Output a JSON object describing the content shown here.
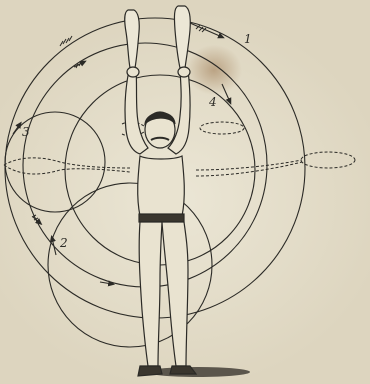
{
  "illustration": {
    "labels": {
      "label_1": "1",
      "label_2": "2",
      "label_3": "3",
      "label_4": "4"
    },
    "colors": {
      "ink": "#2b2a26",
      "paper": "#e7e1cf",
      "stain": "#8c6034"
    }
  }
}
